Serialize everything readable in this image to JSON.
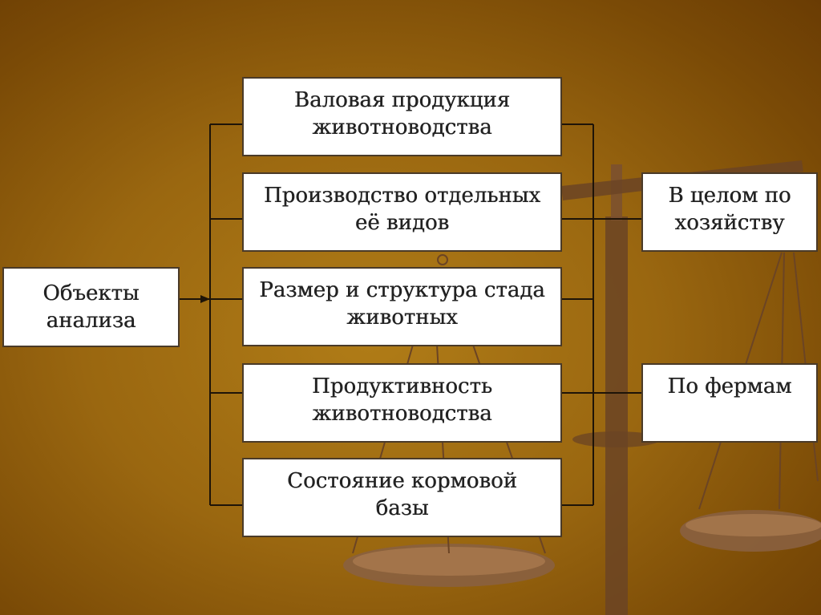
{
  "diagram": {
    "root": {
      "label": "Объекты\nанализа"
    },
    "items": [
      {
        "label": "Валовая продукция\nживотноводства"
      },
      {
        "label": "Производство отдельных\nеё видов"
      },
      {
        "label": "Размер и структура стада\nживотных"
      },
      {
        "label": "Продуктивность\nживотноводства"
      },
      {
        "label": "Состояние кормовой\nбазы"
      }
    ],
    "levels": [
      {
        "label": "В целом по\nхозяйству"
      },
      {
        "label": "По фермам"
      }
    ]
  },
  "colors": {
    "background": "#9a6710",
    "box_fill": "#ffffff",
    "box_border": "#4a3a28",
    "connector": "#1e1408",
    "scales": "#6b4424"
  }
}
